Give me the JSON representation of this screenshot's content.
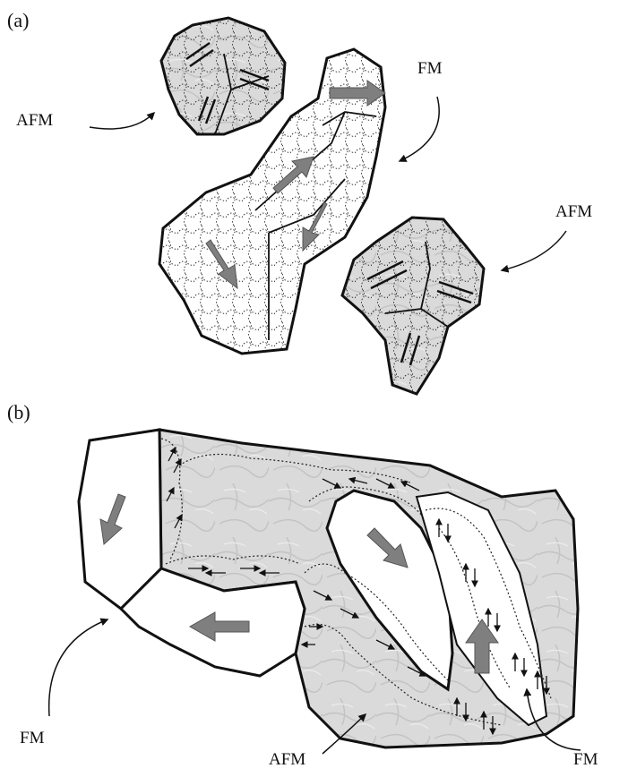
{
  "panels": {
    "a": {
      "label": "(a)",
      "annotations": {
        "afm_left": "AFM",
        "fm_top": "FM",
        "afm_right": "AFM"
      }
    },
    "b": {
      "label": "(b)",
      "annotations": {
        "fm_left": "FM",
        "afm_bottom": "AFM",
        "fm_right": "FM"
      }
    }
  },
  "colors": {
    "outline": "#111111",
    "afm_fill": "#dcdcdc",
    "fm_fill": "#ffffff",
    "moment_arrow": "#7f7f7f"
  }
}
